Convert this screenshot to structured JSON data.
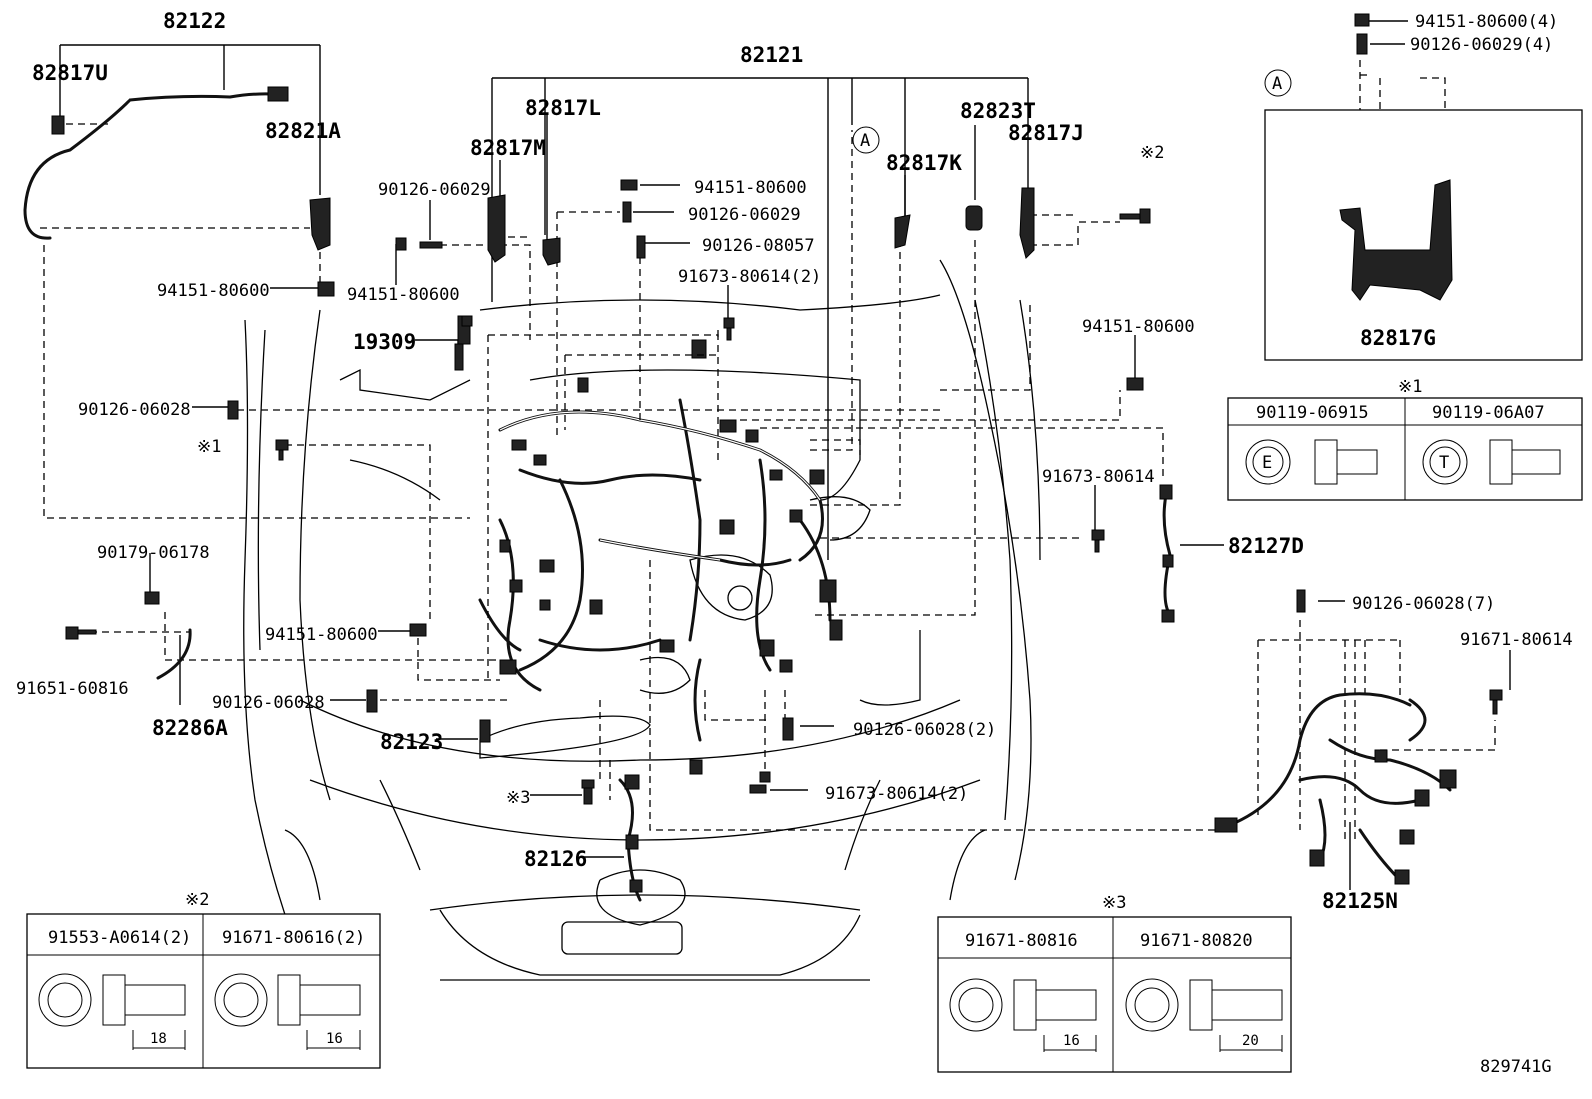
{
  "labels": {
    "p82122": "82122",
    "p82817U": "82817U",
    "p82821A": "82821A",
    "p82121": "82121",
    "p82817L": "82817L",
    "p82817M": "82817M",
    "p82823T": "82823T",
    "p82817J": "82817J",
    "p82817K": "82817K",
    "p90126_06029_a": "90126-06029",
    "p94151_80600_a": "94151-80600",
    "p90126_06029_b": "90126-06029",
    "p90126_08057": "90126-08057",
    "p91673_80614_2a": "91673-80614(2)",
    "p94151_80600_b": "94151-80600",
    "p94151_80600_c": "94151-80600",
    "p19309": "19309",
    "p90126_06028_a": "90126-06028",
    "note1_left": "※1",
    "p94151_80600_d": "94151-80600",
    "p91673_80614": "91673-80614",
    "p82127D": "82127D",
    "p90179_06178": "90179-06178",
    "p91651_60816": "91651-60816",
    "p82286A": "82286A",
    "p94151_80600_e": "94151-80600",
    "p90126_06028_b": "90126-06028",
    "p82123": "82123",
    "p90126_06028_2": "90126-06028(2)",
    "note3_left": "※3",
    "p91673_80614_2b": "91673-80614(2)",
    "p82126": "82126",
    "note2_top": "※2",
    "p94151_80600_4": "94151-80600(4)",
    "p90126_06029_4": "90126-06029(4)",
    "circleA_main": "A",
    "circleA_inset": "A",
    "p82817G": "82817G",
    "p90126_06028_7": "90126-06028(7)",
    "p91671_80614": "91671-80614",
    "p82125N": "82125N",
    "figure_code": "829741G"
  },
  "table_note1": {
    "mark": "※1",
    "cols": [
      "90119-06915",
      "90119-06A07"
    ],
    "head_letters": [
      "E",
      "T"
    ]
  },
  "table_note2": {
    "mark": "※2",
    "cols": [
      "91553-A0614(2)",
      "91671-80616(2)"
    ],
    "lengths": [
      "18",
      "16"
    ]
  },
  "table_note3": {
    "mark": "※3",
    "cols": [
      "91671-80816",
      "91671-80820"
    ],
    "lengths": [
      "16",
      "20"
    ]
  }
}
